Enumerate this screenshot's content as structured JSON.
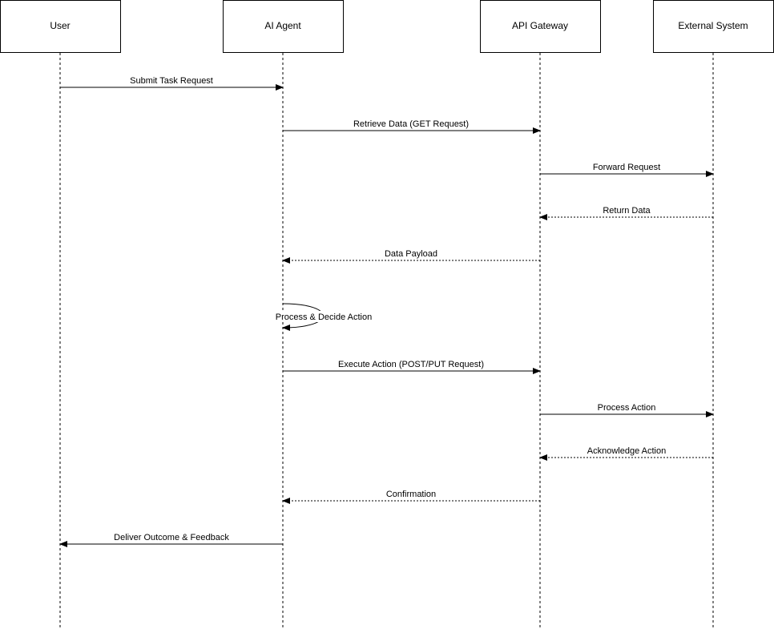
{
  "participants": [
    {
      "id": "user",
      "label": "User"
    },
    {
      "id": "agent",
      "label": "AI Agent"
    },
    {
      "id": "gateway",
      "label": "API Gateway"
    },
    {
      "id": "external",
      "label": "External System"
    }
  ],
  "messages": [
    {
      "from": "user",
      "to": "agent",
      "label": "Submit Task Request",
      "kind": "call"
    },
    {
      "from": "agent",
      "to": "gateway",
      "label": "Retrieve Data (GET Request)",
      "kind": "call"
    },
    {
      "from": "gateway",
      "to": "external",
      "label": "Forward Request",
      "kind": "call"
    },
    {
      "from": "external",
      "to": "gateway",
      "label": "Return Data",
      "kind": "reply"
    },
    {
      "from": "gateway",
      "to": "agent",
      "label": "Data Payload",
      "kind": "reply"
    },
    {
      "from": "agent",
      "to": "agent",
      "label": "Process & Decide Action",
      "kind": "self"
    },
    {
      "from": "agent",
      "to": "gateway",
      "label": "Execute Action (POST/PUT Request)",
      "kind": "call"
    },
    {
      "from": "gateway",
      "to": "external",
      "label": "Process Action",
      "kind": "call"
    },
    {
      "from": "external",
      "to": "gateway",
      "label": "Acknowledge Action",
      "kind": "reply"
    },
    {
      "from": "gateway",
      "to": "agent",
      "label": "Confirmation",
      "kind": "reply"
    },
    {
      "from": "agent",
      "to": "user",
      "label": "Deliver Outcome & Feedback",
      "kind": "call"
    }
  ]
}
